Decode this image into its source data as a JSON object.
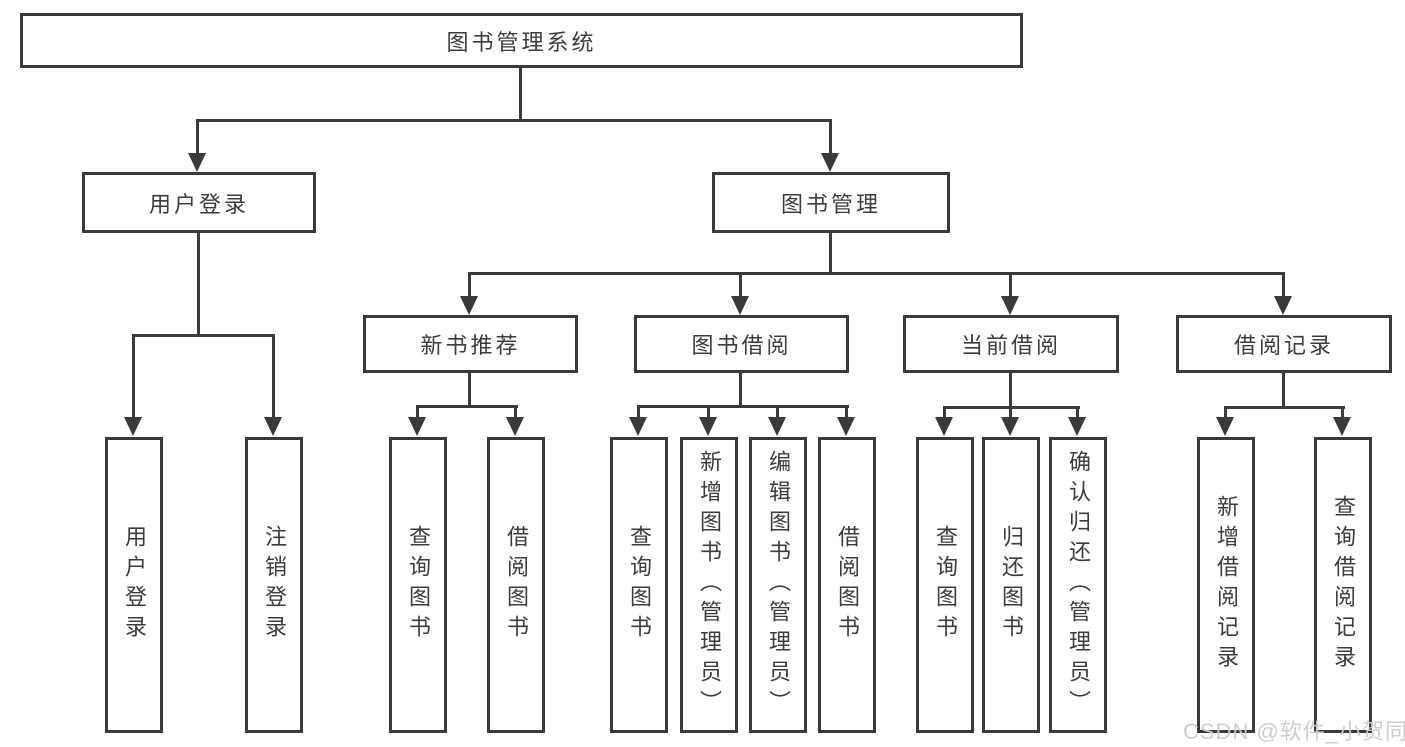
{
  "diagram_title": "图书管理系统",
  "tree": {
    "root": {
      "label": "图书管理系统"
    },
    "branches": [
      {
        "label": "用户登录",
        "children": [
          {
            "label": "用户登录"
          },
          {
            "label": "注销登录"
          }
        ]
      },
      {
        "label": "图书管理",
        "groups": [
          {
            "label": "新书推荐",
            "children": [
              {
                "label": "查询图书"
              },
              {
                "label": "借阅图书"
              }
            ]
          },
          {
            "label": "图书借阅",
            "children": [
              {
                "label": "查询图书"
              },
              {
                "label": "新增图书（管理员）"
              },
              {
                "label": "编辑图书（管理员）"
              },
              {
                "label": "借阅图书"
              }
            ]
          },
          {
            "label": "当前借阅",
            "children": [
              {
                "label": "查询图书"
              },
              {
                "label": "归还图书"
              },
              {
                "label": "确认归还（管理员）"
              }
            ]
          },
          {
            "label": "借阅记录",
            "children": [
              {
                "label": "新增借阅记录"
              },
              {
                "label": "查询借阅记录"
              }
            ]
          }
        ]
      }
    ]
  },
  "watermark": {
    "text": "CSDN @软件_小贺同学"
  },
  "colors": {
    "line": "#3a3a3a",
    "text": "#3c3c3c",
    "background": "#ffffff",
    "watermark": "#cbcbcb"
  }
}
